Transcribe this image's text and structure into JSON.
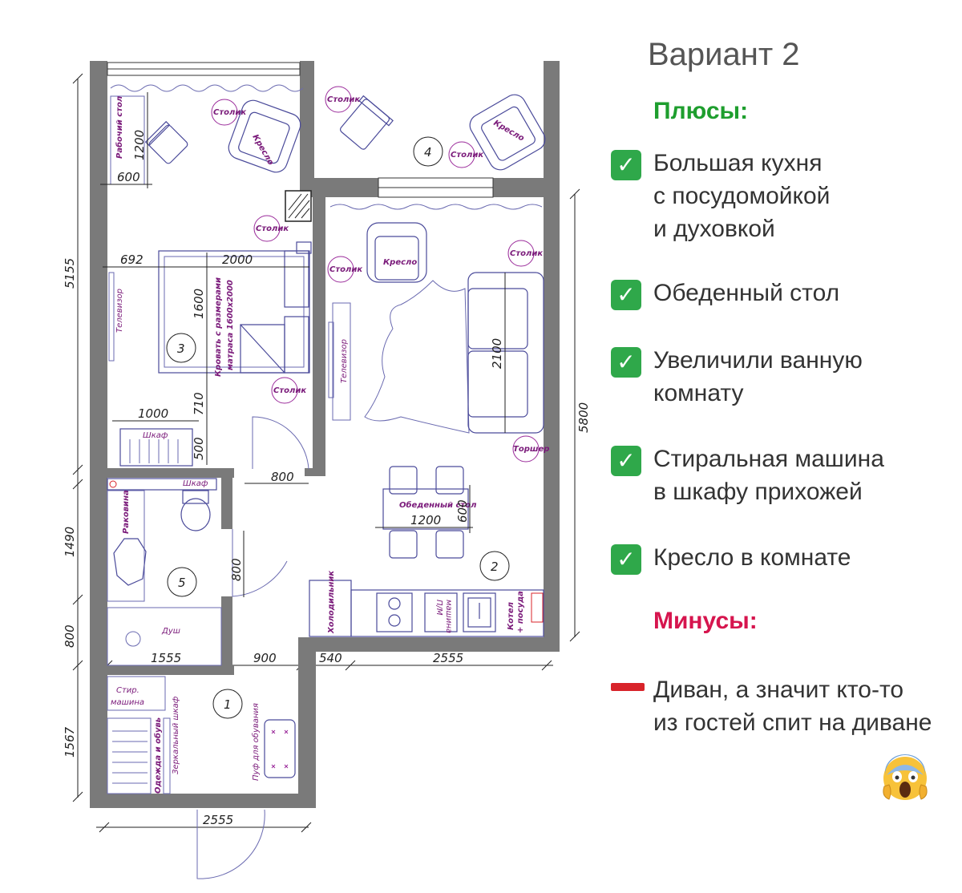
{
  "title": "Вариант 2",
  "pros_heading": "Плюсы:",
  "pros": [
    {
      "lines": [
        "Большая кухня",
        "с посудомойкой",
        "и духовкой"
      ]
    },
    {
      "lines": [
        "Обеденный стол"
      ]
    },
    {
      "lines": [
        "Увеличили ванную",
        "комнату"
      ]
    },
    {
      "lines": [
        "Стиральная машина",
        "в шкафу прихожей"
      ]
    },
    {
      "lines": [
        "Кресло в комнате"
      ]
    }
  ],
  "cons_heading": "Минусы:",
  "cons": [
    {
      "lines": [
        "Диван, а значит кто-то",
        "из гостей спит на диване"
      ]
    }
  ],
  "colors": {
    "pros": "#1e9e2e",
    "cons": "#d6154e",
    "check": "#2fa84a",
    "minus": "#d8232a",
    "walls": "#7a7a7a"
  },
  "icons": {
    "check": "check-mark-icon",
    "minus": "minus-bar-icon",
    "emoji": "screaming-face-emoji"
  },
  "plan": {
    "rooms": {
      "r1": "1",
      "r2": "2",
      "r3": "3",
      "r4": "4",
      "r5": "5"
    },
    "dims": {
      "d5155": "5155",
      "d5800": "5800",
      "d1490": "1490",
      "d800v": "800",
      "d1567": "1567",
      "d600": "600",
      "d1200a": "1200",
      "d692": "692",
      "d2000": "2000",
      "d1600": "1600",
      "d710": "710",
      "d1000": "1000",
      "d500": "500",
      "d800a": "800",
      "d800b": "800",
      "d2100": "2100",
      "d1200b": "1200",
      "d600b": "600",
      "d1555": "1555",
      "d900": "900",
      "d540": "540",
      "d2555a": "2555",
      "d2555b": "2555"
    },
    "labels": {
      "desk": "Рабочий стол",
      "stolik": "Столик",
      "kreslo": "Кресло",
      "tv": "Телевизор",
      "bed": "Кровать с размерами",
      "bed2": "матраса 1600х2000",
      "shkaf": "Шкаф",
      "dining": "Обеденный стол",
      "torsher": "Торшер",
      "sink": "Раковина",
      "shower": "Душ",
      "fridge": "Холодильник",
      "pm1": "П/М",
      "pm2": "машина",
      "kotel": "Котел",
      "kotel2": "+ посуда",
      "stir1": "Стир.",
      "stir2": "машина",
      "clothes": "Одежда и обувь",
      "mirror": "Зеркальный шкаф",
      "puf": "Пуф для обувания"
    }
  }
}
